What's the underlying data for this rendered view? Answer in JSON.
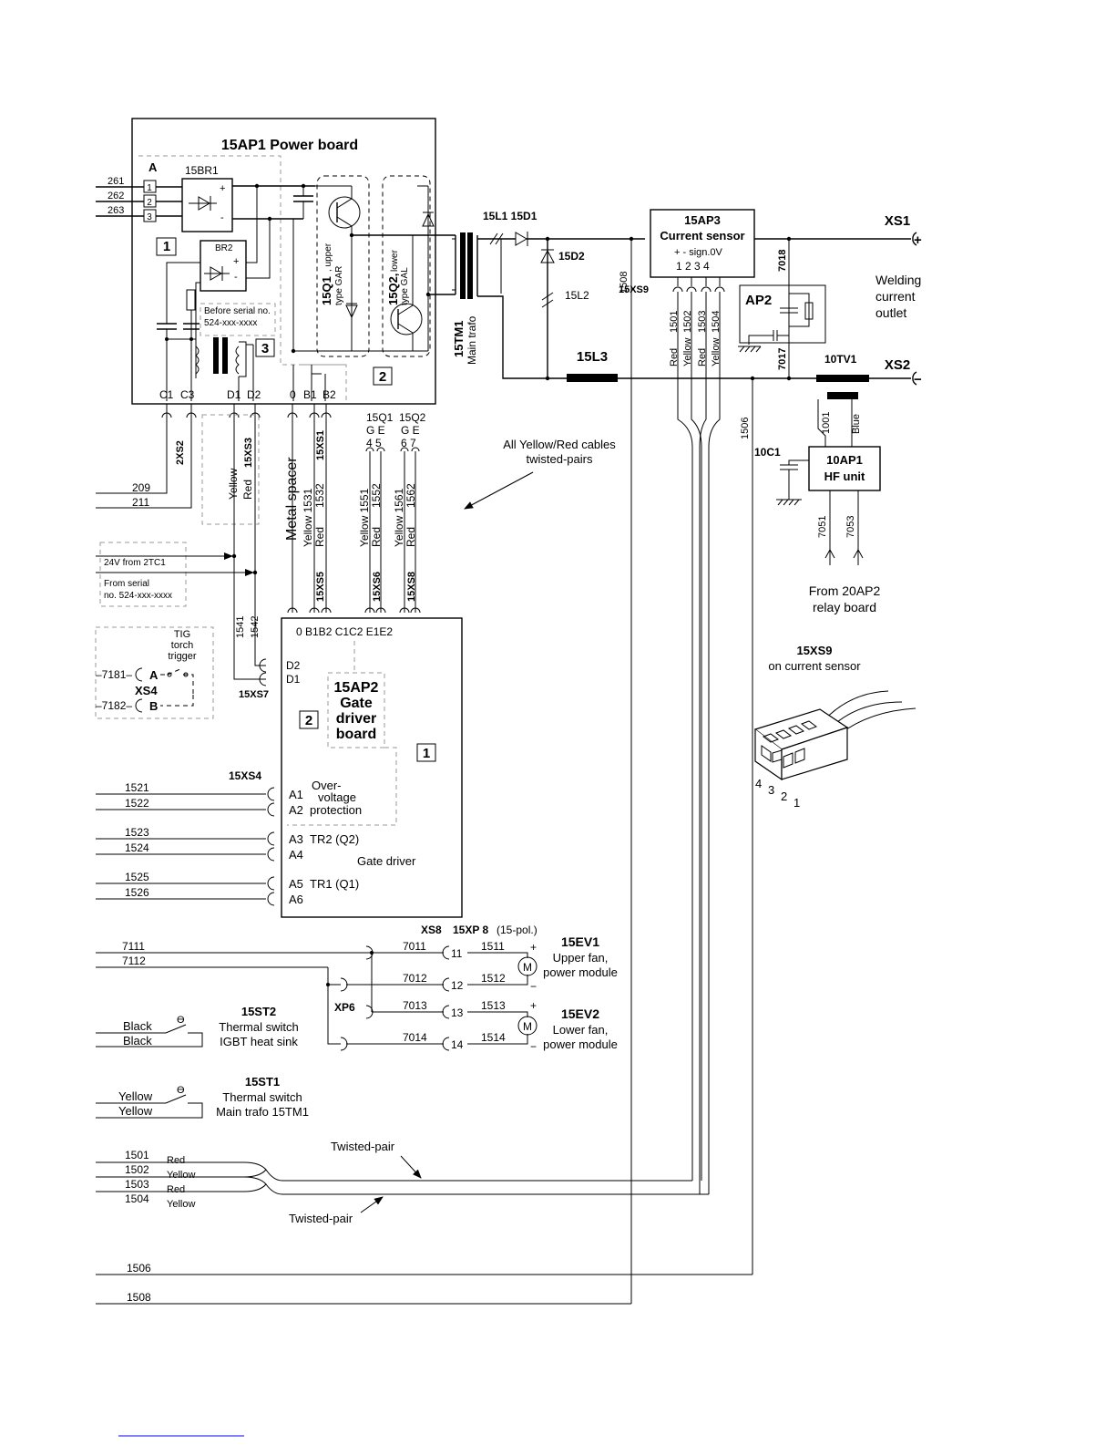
{
  "power_board": {
    "title": "15AP1 Power board",
    "section_a": "A",
    "rectifier": "15BR1",
    "rectifier2": "BR2",
    "input_lines": [
      "261",
      "262",
      "263"
    ],
    "input_pins": [
      "1",
      "2",
      "3"
    ],
    "area_1": "1",
    "area_2": "2",
    "area_3": "3",
    "before_serial": [
      "Before serial no.",
      "524-xxx-xxxx"
    ],
    "terminals": [
      "C1",
      "C3",
      "D1",
      "D2",
      "0",
      "B1",
      "B2"
    ],
    "q1_label": [
      "15Q1",
      ", upper",
      "type GAR"
    ],
    "q2_label": [
      "15Q2,",
      "lower",
      "type GAL"
    ]
  },
  "output": {
    "l1_d1": "15L1 15D1",
    "d2": "15D2",
    "l2": "15L2",
    "l3": "15L3",
    "trafo": [
      "15TM1",
      "Main trafo"
    ],
    "w1508": "1508",
    "current_sensor": {
      "title": "15AP3",
      "subtitle": "Current sensor",
      "signs": "+  - sign.0V",
      "pins": "1  2  3  4"
    },
    "xs9": "15XS9",
    "sensor_wires": [
      "1501",
      "1502",
      "1503",
      "1504"
    ],
    "sensor_colors": [
      "Red",
      "Yellow",
      "Red",
      "Yellow"
    ],
    "xs1": "XS1",
    "xs2": "XS2",
    "plus": "+",
    "minus": "−",
    "welding_outlet": [
      "Welding",
      "current",
      "outlet"
    ],
    "ap2": "AP2",
    "w7018": "7018",
    "w7017": "7017",
    "tv1": "10TV1",
    "w1506": "1506",
    "w1001": "1001",
    "blue": "Blue",
    "c1": "10C1",
    "hf_unit": [
      "10AP1",
      "HF unit"
    ],
    "w7051": "7051",
    "w7053": "7053",
    "from_relay": [
      "From 20AP2",
      "relay board"
    ]
  },
  "connectors": {
    "xs2": "2XS2",
    "xs3": "15XS3",
    "xs1": "15XS1",
    "xs5": "15XS5",
    "xs6": "15XS6",
    "xs8": "15XS8",
    "xs7": "15XS7",
    "w209": "209",
    "w211": "211",
    "yellow": "Yellow",
    "red": "Red",
    "metal_spacer": "Metal spacer",
    "yellow_1531": "Yellow 1531",
    "w1532": "1532",
    "yellow_1551": "Yellow 1551",
    "w1552": "1552",
    "yellow_1561": "Yellow 1561",
    "w1562": "1562",
    "q1_ge": [
      "15Q1",
      "G E",
      "4  5"
    ],
    "q2_ge": [
      "15Q2",
      "G E",
      "6  7"
    ],
    "all_twisted": [
      "All Yellow/Red cables",
      "twisted-pairs"
    ],
    "supply_24v": "24V  from 2TC1",
    "from_serial": [
      "From serial",
      "no. 524-xxx-xxxx"
    ],
    "w1541": "1541",
    "w1542": "1542"
  },
  "gate_board": {
    "top_labels": "0  B1B2     C1C2  E1E2",
    "title": [
      "15AP2",
      "Gate",
      "driver",
      "board"
    ],
    "area_2": "2",
    "area_1": "1",
    "d2": "D2",
    "d1": "D1",
    "xs4": "15XS4",
    "pins": [
      "A1",
      "A2",
      "A3",
      "A4",
      "A5",
      "A6"
    ],
    "over_voltage": [
      "Over-",
      "voltage",
      "protection"
    ],
    "tr2": "TR2 (Q2)",
    "tr1": "TR1 (Q1)",
    "gate_driver": "Gate driver",
    "wires": [
      "1521",
      "1522",
      "1523",
      "1524",
      "1525",
      "1526"
    ]
  },
  "tig": {
    "title": [
      "TIG",
      "torch",
      "trigger"
    ],
    "w7181": "–7181–",
    "w7182": "–7182–",
    "a": "A",
    "b": "B",
    "xs4": "XS4"
  },
  "fans": {
    "xs8": "XS8",
    "xp8": "15XP 8",
    "pol": "(15-pol.)",
    "xp6": "XP6",
    "left_wires": [
      "7111",
      "7112"
    ],
    "mid_wires": [
      "7011",
      "7012",
      "7013",
      "7014"
    ],
    "pins": [
      "11",
      "12",
      "13",
      "14"
    ],
    "right_wires": [
      "1511",
      "1512",
      "1513",
      "1514"
    ],
    "ev1": "15EV1",
    "ev1_desc": [
      "Upper fan,",
      "power module"
    ],
    "ev2": "15EV2",
    "ev2_desc": [
      "Lower fan,",
      "power module"
    ],
    "motor": "M",
    "plus": "+",
    "minus": "−"
  },
  "thermal": {
    "st2": "15ST2",
    "st2_desc": [
      "Thermal switch",
      "IGBT heat sink"
    ],
    "black": "Black",
    "st1": "15ST1",
    "st1_desc": [
      "Thermal switch",
      "Main trafo 15TM1"
    ],
    "yellow": "Yellow",
    "theta": "ϴ"
  },
  "bottom": {
    "wires": [
      "1501",
      "1502",
      "1503",
      "1504"
    ],
    "colors": [
      "Red",
      "Yellow",
      "Red",
      "Yellow"
    ],
    "twisted": "Twisted-pair",
    "w1506": "1506",
    "w1508": "1508"
  },
  "xs9_detail": {
    "title": "15XS9",
    "subtitle": "on current sensor",
    "pins": [
      "4",
      "3",
      "2",
      "1"
    ]
  }
}
